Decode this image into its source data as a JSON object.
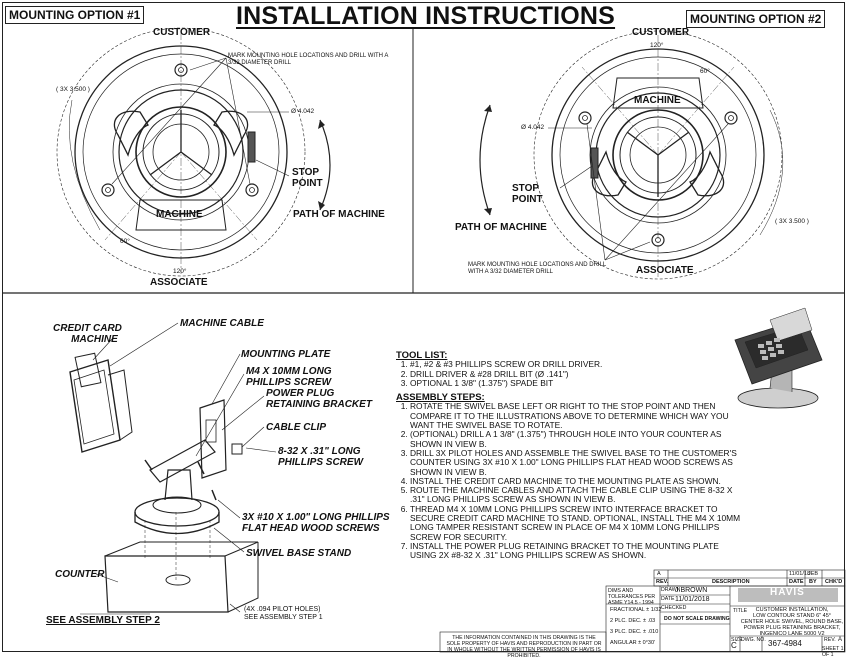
{
  "title": "INSTALLATION INSTRUCTIONS",
  "mounting_option_1": "MOUNTING OPTION #1",
  "mounting_option_2": "MOUNTING OPTION #2",
  "opt1": {
    "customer": "CUSTOMER",
    "associate": "ASSOCIATE",
    "machine": "MACHINE",
    "mark_note": "MARK MOUNTING HOLE LOCATIONS AND DRILL WITH A 3/32 DIAMETER DRILL",
    "diameter": "Ø 4.042",
    "holes": "( 3X 3.500 )",
    "stop_point_1": "STOP",
    "stop_point_2": "POINT",
    "path": "PATH OF MACHINE",
    "angle60": "60°",
    "angle120": "120°"
  },
  "opt2": {
    "customer": "CUSTOMER",
    "associate": "ASSOCIATE",
    "machine": "MACHINE",
    "mark_note": "MARK MOUNTING HOLE LOCATIONS AND DRILL WITH A 3/32 DIAMETER DRILL",
    "diameter": "Ø 4.042",
    "holes": "( 3X 3.500 )",
    "stop_point_1": "STOP",
    "stop_point_2": "POINT",
    "path": "PATH OF MACHINE",
    "angle60": "60°",
    "angle120": "120°"
  },
  "exploded": {
    "credit_card_machine_1": "CREDIT CARD",
    "credit_card_machine_2": "MACHINE",
    "machine_cable": "MACHINE CABLE",
    "mounting_plate": "MOUNTING PLATE",
    "m4_1": "M4 X 10MM LONG",
    "m4_2": "PHILLIPS SCREW",
    "power_plug_1": "POWER PLUG",
    "power_plug_2": "RETAINING BRACKET",
    "cable_clip": "CABLE CLIP",
    "screw832_1": "8-32 X .31\" LONG",
    "screw832_2": "PHILLIPS SCREW",
    "wood_1": "3X #10 X 1.00\" LONG PHILLIPS",
    "wood_2": "FLAT HEAD WOOD SCREWS",
    "swivel": "SWIVEL BASE STAND",
    "counter": "COUNTER",
    "see_step2": "SEE ASSEMBLY STEP 2",
    "pilot_1": "(4X .094 PILOT HOLES)",
    "pilot_2": "SEE ASSEMBLY STEP 1"
  },
  "tool_list": {
    "heading": "TOOL LIST:",
    "items": [
      "#1, #2 & #3 PHILLIPS SCREW OR DRILL DRIVER.",
      "DRILL DRIVER & #28 DRILL BIT (Ø .141\")",
      "OPTIONAL 1 3/8\" (1.375\") SPADE BIT"
    ]
  },
  "assembly": {
    "heading": "ASSEMBLY STEPS:",
    "steps": [
      "ROTATE THE SWIVEL BASE LEFT OR RIGHT TO THE STOP POINT AND THEN COMPARE IT TO THE ILLUSTRATIONS ABOVE TO DETERMINE WHICH WAY YOU WANT THE SWIVEL BASE TO ROTATE.",
      "(OPTIONAL) DRILL A 1 3/8\" (1.375\") THROUGH HOLE INTO YOUR COUNTER AS SHOWN IN VIEW B.",
      "DRILL 3X PILOT HOLES AND ASSEMBLE THE SWIVEL BASE TO THE CUSTOMER'S COUNTER USING 3X #10 X 1.00\" LONG PHILLIPS FLAT HEAD WOOD SCREWS AS SHOWN IN VIEW B.",
      "INSTALL THE CREDIT CARD MACHINE TO THE MOUNTING PLATE AS SHOWN.",
      "ROUTE THE MACHINE CABLES AND ATTACH THE CABLE CLIP USING THE 8-32 X .31\" LONG PHILLIPS SCREW AS SHOWN IN VIEW B.",
      "THREAD M4 X 10MM LONG PHILLIPS SCREW INTO INTERFACE BRACKET TO SECURE CREDIT CARD MACHINE TO STAND. OPTIONAL, INSTALL THE M4 X 10MM LONG TAMPER RESISTANT SCREW IN PLACE OF M4 X 10MM LONG PHILLIPS SCREW FOR SECURITY.",
      "INSTALL THE POWER PLUG RETAINING BRACKET TO THE MOUNTING PLATE USING 2X #8-32 X .31\" LONG PHILLIPS SCREW AS SHOWN."
    ]
  },
  "title_block": {
    "rev_letter": "A",
    "rev_date": "11/01/18",
    "rev_by": "JEB",
    "col_rev": "REV.",
    "col_desc": "DESCRIPTION",
    "col_date": "DATE",
    "col_by": "BY",
    "col_chkd": "CHK'D",
    "drawn": "J.BROWN",
    "date": "11/01/2018",
    "drawn_lbl": "DRAWN",
    "date_lbl": "DATE",
    "checked_lbl": "CHECKED",
    "scale_note": "DO NOT SCALE DRAWING",
    "logo": "HAVIS",
    "title_lbl": "TITLE",
    "desc_1": "CUSTOMER INSTALLATION,",
    "desc_2": "LOW CONTOUR STAND 6\" 45°",
    "desc_3": "CENTER HOLE SWIVEL, ROUND BASE,",
    "desc_4": "POWER PLUG RETAINING BRACKET,",
    "desc_5": "INGENICO LANE 5000 V2",
    "size_lbl": "SIZE",
    "size": "C",
    "dwg_lbl": "DWG. NO.",
    "dwg_no": "367-4984",
    "rev_lbl": "REV.",
    "rev": "A",
    "sheet": "SHEET 1 OF 1",
    "tol_head": "DIMS AND TOLERANCES PER ASME Y14.5 - 1994",
    "tol_1": "FRACTIONAL ± 1/32",
    "tol_2": "2 PLC. DEC. ± .03",
    "tol_3": "3 PLC. DEC. ± .010",
    "tol_4": "ANGULAR ± 0°30'",
    "prop": "THE INFORMATION CONTAINED IN THIS DRAWING IS THE SOLE PROPERTY OF HAVIS AND REPRODUCTION IN PART OR IN WHOLE WITHOUT THE WRITTEN PERMISSION OF HAVIS IS PROHIBITED."
  }
}
